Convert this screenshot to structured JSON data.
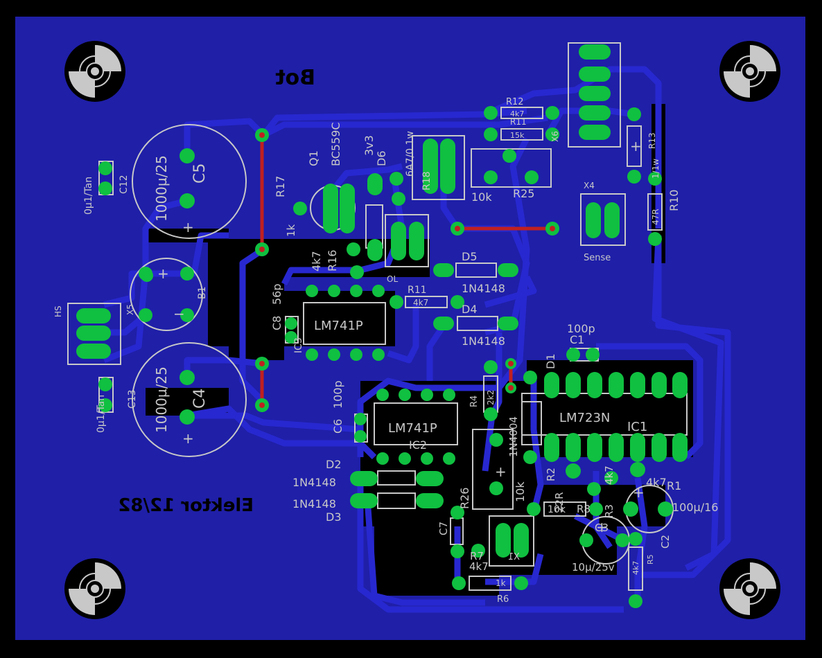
{
  "board": {
    "title_mirrored": "Bot",
    "credit_mirrored": "Elektor 12/82",
    "colors": {
      "background": "#000000",
      "copper_fill": "#1f1fa8",
      "trace": "#2828d0",
      "pad": "#10c040",
      "outline": "#c8c8c8",
      "top_wire": "#c02020",
      "via": "#c02020"
    }
  },
  "components": {
    "c5": {
      "name": "C5",
      "value": "1000µ/25"
    },
    "c4": {
      "name": "C4",
      "value": "1000µ/25"
    },
    "c12": {
      "name": "C12",
      "value": "0µ1/Tan"
    },
    "c13": {
      "name": "C13",
      "value": "0µ1/Tan"
    },
    "b1": {
      "name": "B1"
    },
    "x5": {
      "name": "X5"
    },
    "hs": {
      "name": "HS"
    },
    "r17": {
      "name": "R17"
    },
    "q1": {
      "name": "Q1",
      "value": "BC559C"
    },
    "d6": {
      "name": "D6",
      "value": "3v3"
    },
    "r16": {
      "name": "R16",
      "value": "4k7"
    },
    "r16_extra": "1k",
    "ol": {
      "name": "OL"
    },
    "ovp_label": "6A7/0.1w",
    "r18": {
      "name": "R18"
    },
    "r12": {
      "name": "R12",
      "value": "4k7"
    },
    "r11b": {
      "name": "R11",
      "value": "15k"
    },
    "r25": {
      "name": "R25",
      "value": "10k"
    },
    "x6": {
      "name": "X6"
    },
    "r13": {
      "name": "R13",
      "value": "1/1w"
    },
    "r10": {
      "name": "R10",
      "value": "47R"
    },
    "x4": {
      "name": "X4",
      "sub": "Sense"
    },
    "d5": {
      "name": "D5",
      "value": "1N4148"
    },
    "d4": {
      "name": "D4",
      "value": "1N4148"
    },
    "r11": {
      "name": "R11",
      "value": "4k7"
    },
    "c8": {
      "name": "C8",
      "value": "56p"
    },
    "ic3": {
      "name": "IC3",
      "value": "LM741P"
    },
    "c1": {
      "name": "C1",
      "value": "100p"
    },
    "d1": {
      "name": "D1",
      "value": "1N4004"
    },
    "ic1": {
      "name": "IC1",
      "value": "LM723N"
    },
    "r4": {
      "name": "R4",
      "value": "2k2"
    },
    "c6": {
      "name": "C6",
      "value": "100p"
    },
    "ic2": {
      "name": "IC2",
      "value": "LM741P"
    },
    "d2": {
      "name": "D2",
      "value": "1N4148"
    },
    "d3": {
      "name": "D3",
      "value": "1N4148"
    },
    "r26": {
      "name": "R26",
      "value": "10k"
    },
    "r2": {
      "name": "R2",
      "value": "22R"
    },
    "r3": {
      "name": "R3",
      "value": "4k7"
    },
    "r1": {
      "name": "R1",
      "value": "4k7"
    },
    "c2": {
      "name": "C2",
      "value": "100µ/16"
    },
    "c7": {
      "name": "C7"
    },
    "r8": {
      "name": "R8",
      "value": "10k"
    },
    "c3": {
      "name": "C3",
      "value": "10µ/25v"
    },
    "r5": {
      "name": "R5",
      "value": "4k7"
    },
    "r7": {
      "name": "R7",
      "value": "4k7"
    },
    "r6": {
      "name": "R6",
      "value": "1k"
    },
    "x1": {
      "name": "X1"
    }
  }
}
